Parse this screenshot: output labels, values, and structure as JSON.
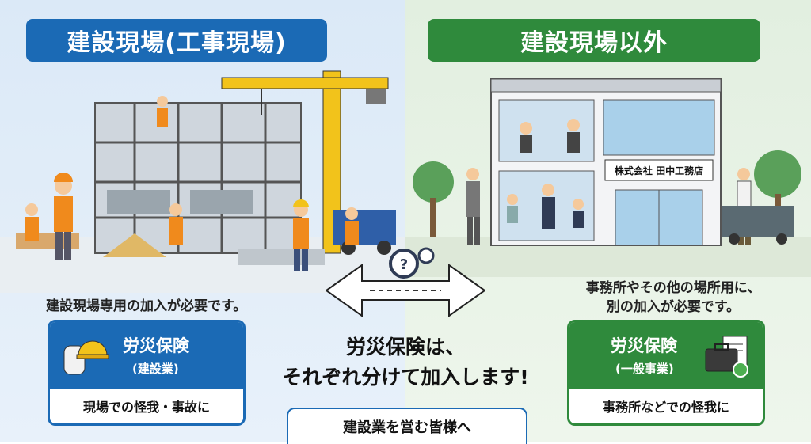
{
  "left": {
    "banner": "建設現場(工事現場)",
    "caption": "建設現場専用の加入が必要です。",
    "card": {
      "title": "労災保険",
      "subtitle": "(建設業)",
      "footer": "現場での怪我・事故に"
    }
  },
  "right": {
    "banner": "建設現場以外",
    "sign": "株式会社 田中工務店",
    "caption_line1": "事務所やその他の場所用に、",
    "caption_line2": "別の加入が必要です。",
    "card": {
      "title": "労災保険",
      "subtitle": "(一般事業)",
      "footer": "事務所などでの怪我に"
    }
  },
  "center": {
    "line1": "労災保険は、",
    "line2": "それぞれ分けて加入します!"
  },
  "footer_tab": "建設業を営む皆様へ",
  "colors": {
    "blue": "#1b6ab5",
    "green": "#2f8a3c"
  },
  "icons": [
    "question-gear-icon",
    "double-arrow-icon",
    "helmet-glove-icon",
    "briefcase-document-icon"
  ]
}
